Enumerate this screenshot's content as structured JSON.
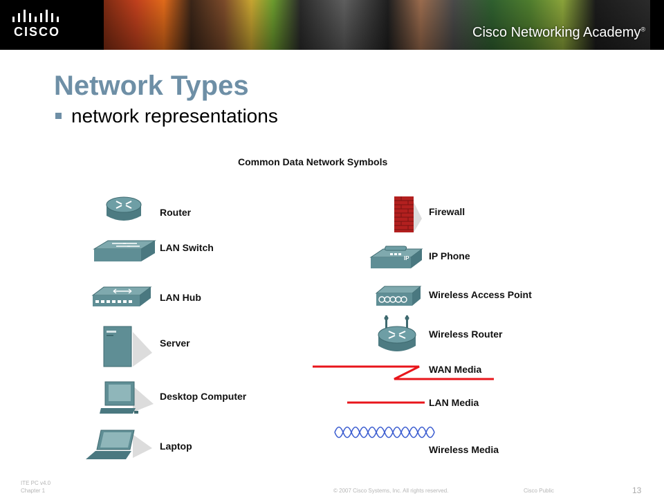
{
  "banner": {
    "logo_text": "CISCO",
    "academy_text": "Cisco Networking Academy",
    "academy_mark": "®",
    "colors": {
      "background": "#000000",
      "text": "#ffffff"
    }
  },
  "slide": {
    "title": "Network Types",
    "bullet": "network representations",
    "title_color": "#6e8fa6"
  },
  "figure": {
    "heading": "Common Data Network Symbols",
    "left_symbols": [
      {
        "label": "Router",
        "icon": "router-icon"
      },
      {
        "label": "LAN Switch",
        "icon": "lan-switch-icon"
      },
      {
        "label": "LAN Hub",
        "icon": "lan-hub-icon"
      },
      {
        "label": "Server",
        "icon": "server-icon"
      },
      {
        "label": "Desktop Computer",
        "icon": "desktop-computer-icon"
      },
      {
        "label": "Laptop",
        "icon": "laptop-icon"
      }
    ],
    "right_symbols": [
      {
        "label": "Firewall",
        "icon": "firewall-icon"
      },
      {
        "label": "IP Phone",
        "icon": "ip-phone-icon",
        "badge": "IP"
      },
      {
        "label": "Wireless Access Point",
        "icon": "wireless-access-point-icon"
      },
      {
        "label": "Wireless Router",
        "icon": "wireless-router-icon"
      },
      {
        "label": "WAN Media",
        "icon": "wan-media-icon"
      },
      {
        "label": "LAN Media",
        "icon": "lan-media-icon"
      },
      {
        "label": "Wireless Media",
        "icon": "wireless-media-icon"
      }
    ],
    "colors": {
      "device": "#5f8e95",
      "device_dark": "#3f6a70",
      "media_red": "#e8151b",
      "wireless_blue": "#3e5fd1",
      "firewall": "#b3201f"
    }
  },
  "footer": {
    "course": "ITE PC v4.0",
    "chapter": "Chapter 1",
    "copyright": "© 2007 Cisco Systems, Inc. All rights reserved.",
    "classification": "Cisco Public",
    "page_number": "13"
  }
}
